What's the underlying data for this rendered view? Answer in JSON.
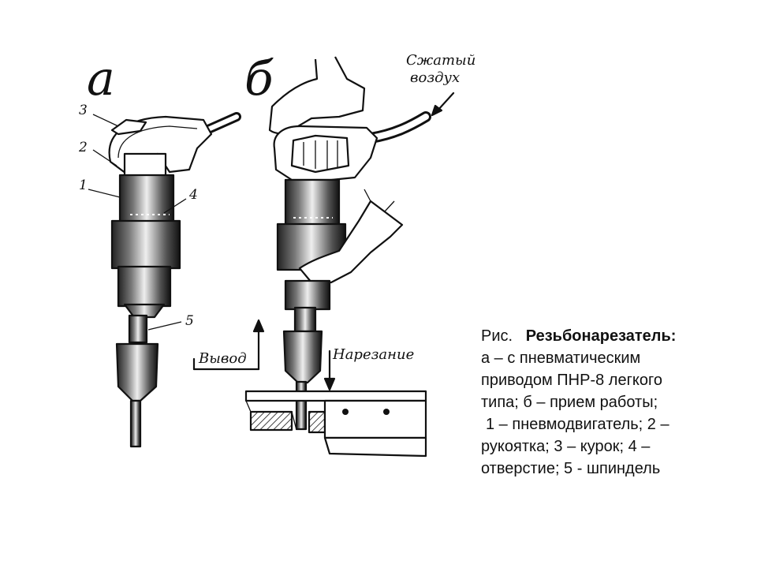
{
  "figure": {
    "label_a": "а",
    "label_b": "б",
    "numbers": [
      "1",
      "2",
      "3",
      "4",
      "5"
    ],
    "air_label_line1": "Сжатый",
    "air_label_line2": "воздух",
    "withdraw_label": "Вывод",
    "cutting_label": "Нарезание"
  },
  "caption": {
    "prefix": "Рис.",
    "title": "Резьбонарезатель:",
    "line1": "а – с пневматическим",
    "line2": "приводом ПНР-8 легкого",
    "line3": "типа; б – прием работы;",
    "line4": "1 – пневмодвигатель; 2 –",
    "line5": "рукоятка; 3 – курок; 4 –",
    "line6": "отверстие; 5 - шпиндель"
  }
}
